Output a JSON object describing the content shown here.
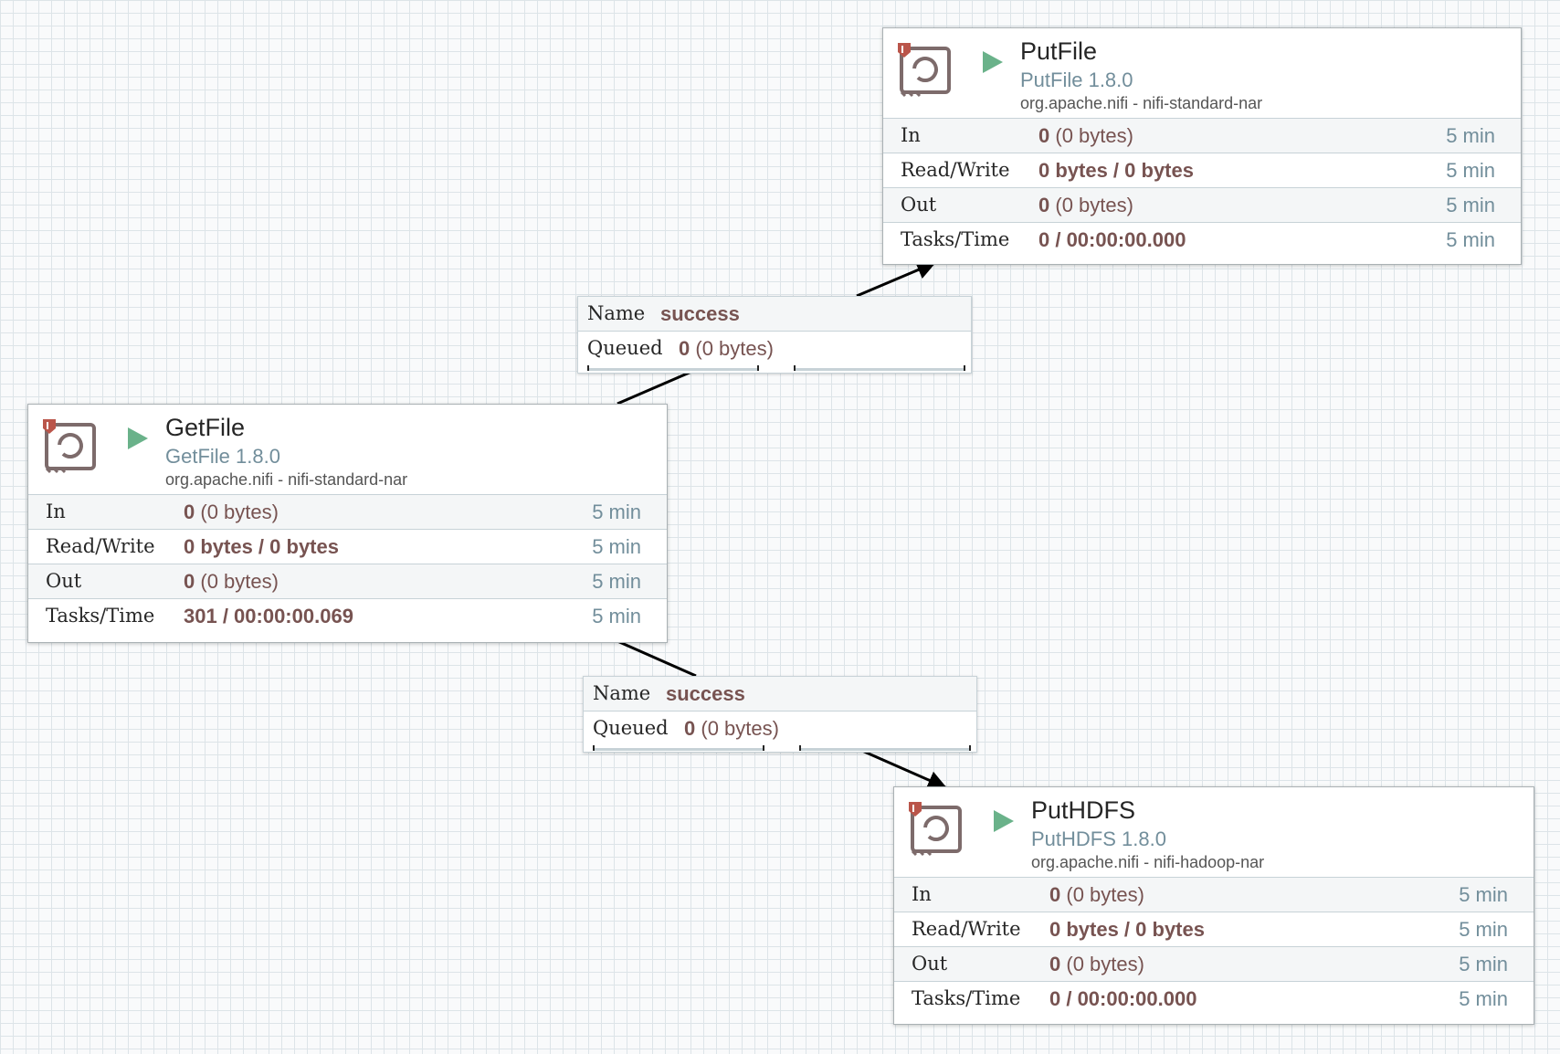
{
  "colors": {
    "accent_run": "#6ab28a",
    "value_text": "#775351",
    "type_text": "#728e9b",
    "bulletin_red": "#ba554a"
  },
  "processors": {
    "putfile": {
      "name": "PutFile",
      "type": "PutFile 1.8.0",
      "bundle": "org.apache.nifi - nifi-standard-nar",
      "status": "running",
      "icon": "processor-icon",
      "stats": {
        "in_label": "In",
        "in_count": "0",
        "in_size": "(0 bytes)",
        "in_window": "5 min",
        "rw_label": "Read/Write",
        "rw_value": "0 bytes / 0 bytes",
        "rw_window": "5 min",
        "out_label": "Out",
        "out_count": "0",
        "out_size": "(0 bytes)",
        "out_window": "5 min",
        "tasks_label": "Tasks/Time",
        "tasks_value": "0 / 00:00:00.000",
        "tasks_window": "5 min"
      }
    },
    "getfile": {
      "name": "GetFile",
      "type": "GetFile 1.8.0",
      "bundle": "org.apache.nifi - nifi-standard-nar",
      "status": "running",
      "icon": "processor-icon",
      "stats": {
        "in_label": "In",
        "in_count": "0",
        "in_size": "(0 bytes)",
        "in_window": "5 min",
        "rw_label": "Read/Write",
        "rw_value": "0 bytes / 0 bytes",
        "rw_window": "5 min",
        "out_label": "Out",
        "out_count": "0",
        "out_size": "(0 bytes)",
        "out_window": "5 min",
        "tasks_label": "Tasks/Time",
        "tasks_value": "301 / 00:00:00.069",
        "tasks_window": "5 min"
      }
    },
    "puthdfs": {
      "name": "PutHDFS",
      "type": "PutHDFS 1.8.0",
      "bundle": "org.apache.nifi - nifi-hadoop-nar",
      "status": "running",
      "icon": "processor-icon",
      "stats": {
        "in_label": "In",
        "in_count": "0",
        "in_size": "(0 bytes)",
        "in_window": "5 min",
        "rw_label": "Read/Write",
        "rw_value": "0 bytes / 0 bytes",
        "rw_window": "5 min",
        "out_label": "Out",
        "out_count": "0",
        "out_size": "(0 bytes)",
        "out_window": "5 min",
        "tasks_label": "Tasks/Time",
        "tasks_value": "0 / 00:00:00.000",
        "tasks_window": "5 min"
      }
    }
  },
  "connections": {
    "getfile_to_putfile": {
      "name_label": "Name",
      "name_value": "success",
      "queued_label": "Queued",
      "queued_count": "0",
      "queued_size": "(0 bytes)"
    },
    "getfile_to_puthdfs": {
      "name_label": "Name",
      "name_value": "success",
      "queued_label": "Queued",
      "queued_count": "0",
      "queued_size": "(0 bytes)"
    }
  }
}
